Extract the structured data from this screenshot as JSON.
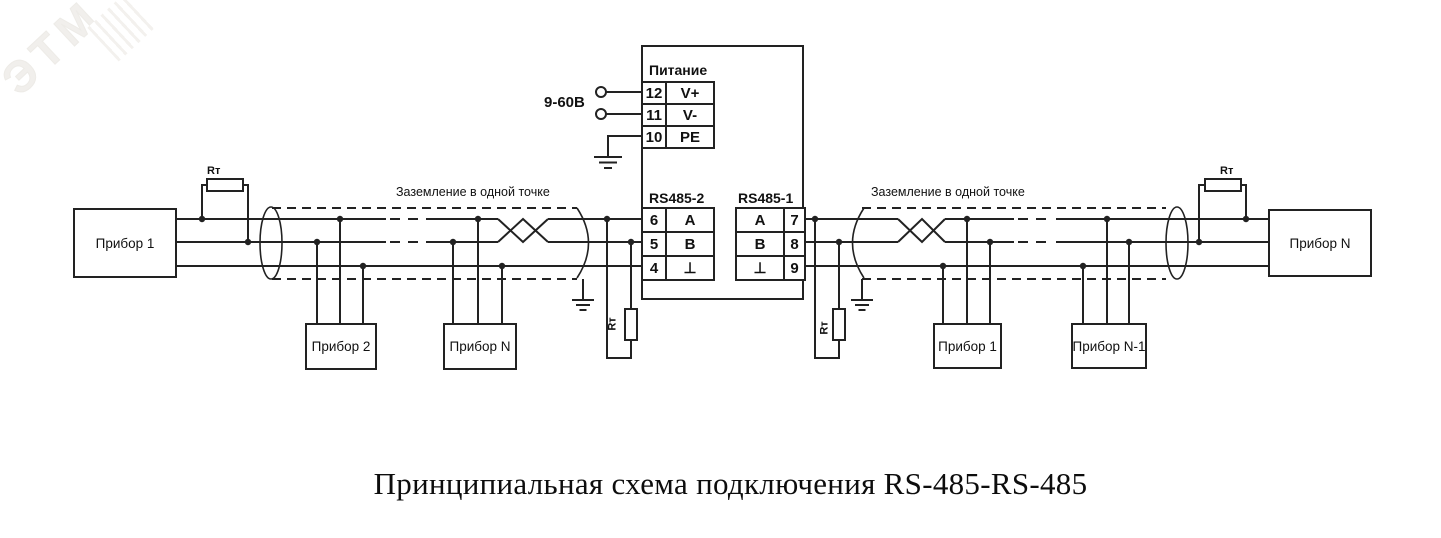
{
  "watermark": {
    "text": "ЭТМ"
  },
  "caption": "Принципиальная схема подключения RS-485-RS-485",
  "labels": {
    "shield_ground": "Заземление в одной точке",
    "termination_resistor": "Rт",
    "voltage": "9-60В"
  },
  "center_device": {
    "power": {
      "label": "Питание",
      "terminals": [
        {
          "num": "12",
          "name": "V+"
        },
        {
          "num": "11",
          "name": "V-"
        },
        {
          "num": "10",
          "name": "PE"
        }
      ]
    },
    "rs485_2": {
      "label": "RS485-2",
      "terminals": [
        {
          "num": "6",
          "name": "A"
        },
        {
          "num": "5",
          "name": "B"
        },
        {
          "num": "4",
          "name": "⊥"
        }
      ]
    },
    "rs485_1": {
      "label": "RS485-1",
      "terminals": [
        {
          "num": "7",
          "name": "A"
        },
        {
          "num": "8",
          "name": "B"
        },
        {
          "num": "9",
          "name": "⊥"
        }
      ]
    }
  },
  "devices": {
    "left_end": "Прибор 1",
    "left_drop_1": "Прибор 2",
    "left_drop_2": "Прибор N",
    "right_drop_1": "Прибор 1",
    "right_drop_2": "Прибор N-1",
    "right_end": "Прибор N"
  }
}
